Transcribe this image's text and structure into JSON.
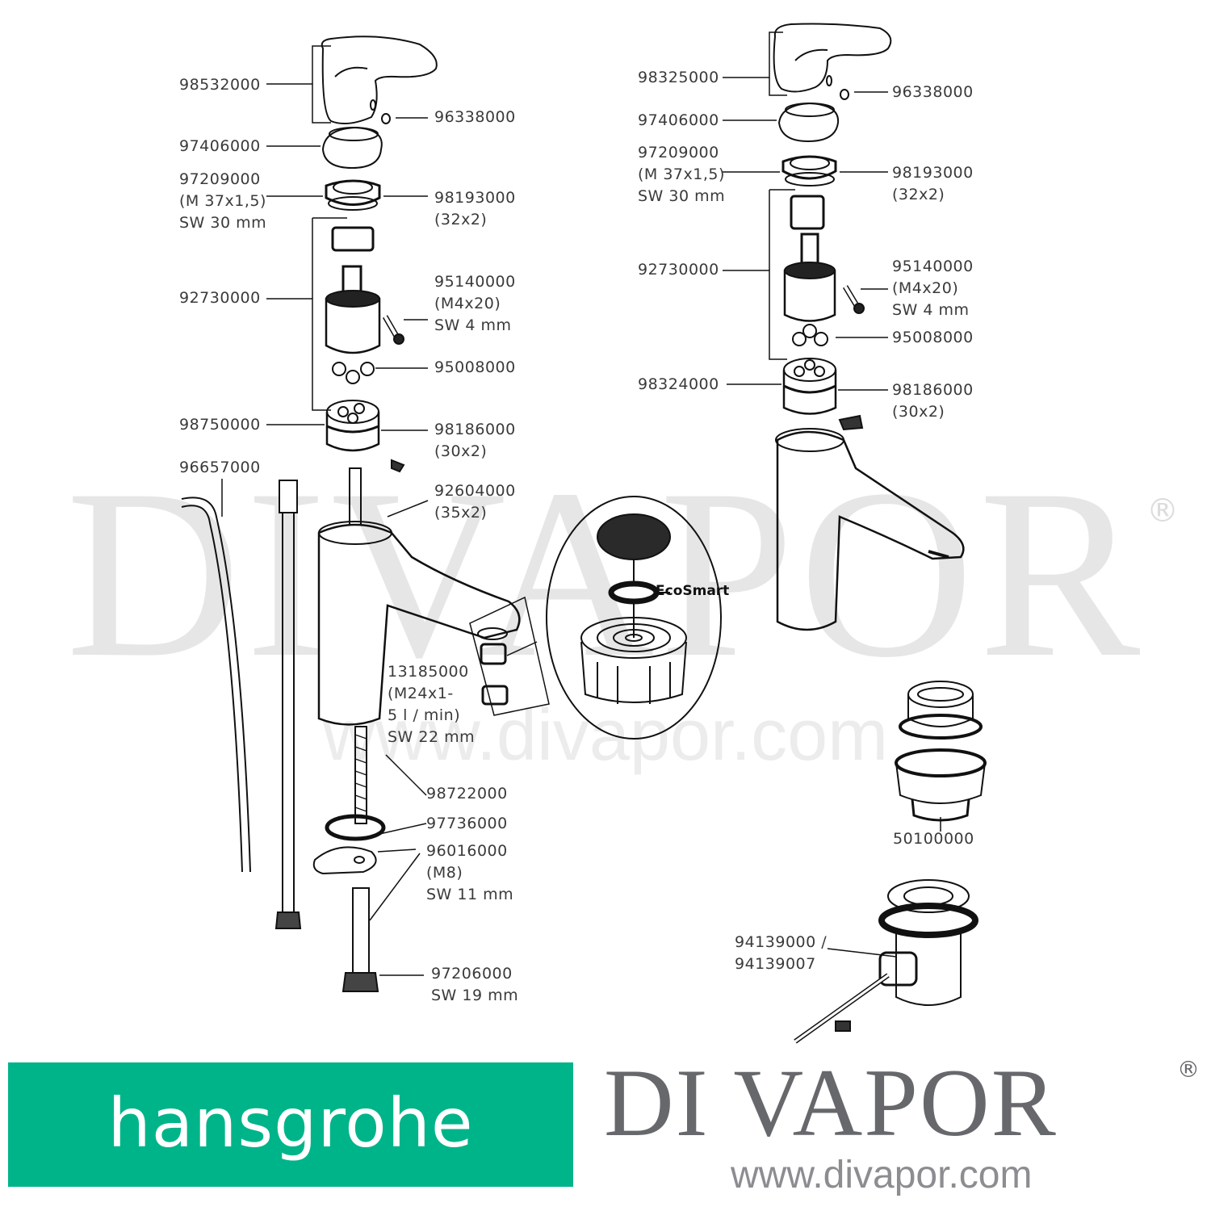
{
  "diagram": {
    "type": "exploded-parts-diagram",
    "left_assembly": {
      "labels": [
        {
          "id": "l1",
          "text": "98532000"
        },
        {
          "id": "l2",
          "text": "96338000"
        },
        {
          "id": "l3",
          "text": "97406000"
        },
        {
          "id": "l4",
          "text": "97209000\n(M 37x1,5)\nSW 30 mm"
        },
        {
          "id": "l5",
          "text": "98193000\n(32x2)"
        },
        {
          "id": "l6",
          "text": "92730000"
        },
        {
          "id": "l7",
          "text": "95140000\n(M4x20)\nSW 4 mm"
        },
        {
          "id": "l8",
          "text": "95008000"
        },
        {
          "id": "l9",
          "text": "98750000"
        },
        {
          "id": "l10",
          "text": "98186000\n(30x2)"
        },
        {
          "id": "l11",
          "text": "96657000"
        },
        {
          "id": "l12",
          "text": "92604000\n(35x2)"
        },
        {
          "id": "l13",
          "text": "13185000\n(M24x1-\n5 l / min)\nSW 22 mm"
        },
        {
          "id": "l14",
          "text": "98722000"
        },
        {
          "id": "l15",
          "text": "97736000"
        },
        {
          "id": "l16",
          "text": "96016000\n(M8)\nSW 11 mm"
        },
        {
          "id": "l17",
          "text": "97206000\nSW 19 mm"
        }
      ]
    },
    "right_assembly": {
      "labels": [
        {
          "id": "r1",
          "text": "98325000"
        },
        {
          "id": "r2",
          "text": "96338000"
        },
        {
          "id": "r3",
          "text": "97406000"
        },
        {
          "id": "r4",
          "text": "97209000\n(M 37x1,5)\nSW 30 mm"
        },
        {
          "id": "r5",
          "text": "98193000\n(32x2)"
        },
        {
          "id": "r6",
          "text": "92730000"
        },
        {
          "id": "r7",
          "text": "95140000\n(M4x20)\nSW 4 mm"
        },
        {
          "id": "r8",
          "text": "95008000"
        },
        {
          "id": "r9",
          "text": "98324000"
        },
        {
          "id": "r10",
          "text": "98186000\n(30x2)"
        },
        {
          "id": "r11",
          "text": "50100000"
        },
        {
          "id": "r12",
          "text": "94139000 /\n94139007"
        }
      ]
    },
    "detail_callout": {
      "label": "EcoSmart"
    }
  },
  "watermark": {
    "big": "DIVAPOR",
    "registered": "®",
    "url": "www.divapor.com"
  },
  "footer": {
    "manufacturer_logo": "hansgrohe",
    "logo_color": "#00b48a",
    "retailer_brand": "DI VAPOR",
    "retailer_registered": "®",
    "retailer_url": "www.divapor.com"
  }
}
